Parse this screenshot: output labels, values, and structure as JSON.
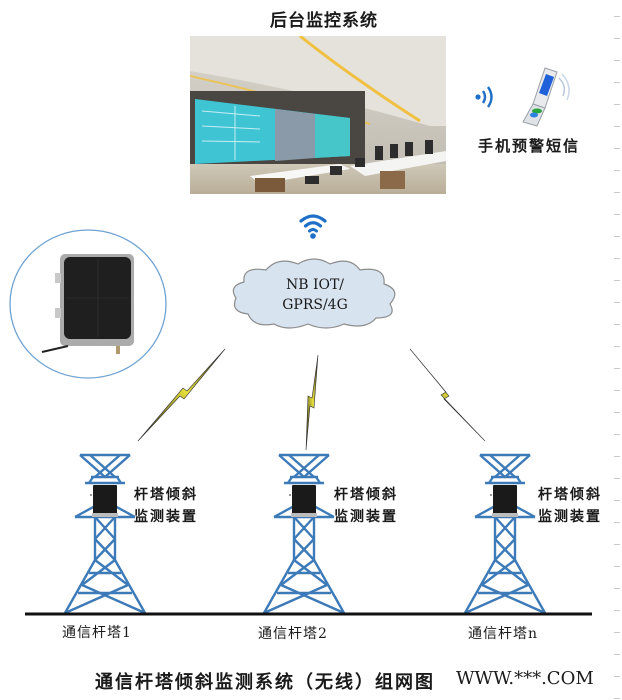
{
  "backend": {
    "title": "后台监控系统",
    "image": "control-room-photo"
  },
  "mobile": {
    "label": "手机预警短信",
    "icon": "mobile-phone-icon",
    "signal_icon": "signal-waves-icon"
  },
  "network": {
    "wifi_icon": "wifi-icon",
    "cloud_lines": [
      "NB IOT/",
      "GPRS/4G"
    ]
  },
  "device_photo": {
    "description": "solar-panel-monitoring-device"
  },
  "towers": [
    {
      "name": "通信杆塔1",
      "device_label": [
        "杆塔倾斜",
        "监测装置"
      ]
    },
    {
      "name": "通信杆塔2",
      "device_label": [
        "杆塔倾斜",
        "监测装置"
      ]
    },
    {
      "name": "通信杆塔n",
      "device_label": [
        "杆塔倾斜",
        "监测装置"
      ]
    }
  ],
  "caption": {
    "text": "通信杆塔倾斜监测系统（无线）组网图",
    "watermark": "WWW.***.COM"
  },
  "colors": {
    "tower_blue": "#3d7ab8",
    "lightning_yellow": "#e8e23a",
    "cloud_fill": "#d8e3f0",
    "circle_blue": "#6fa3d4",
    "wifi_blue": "#1e6fc7"
  }
}
